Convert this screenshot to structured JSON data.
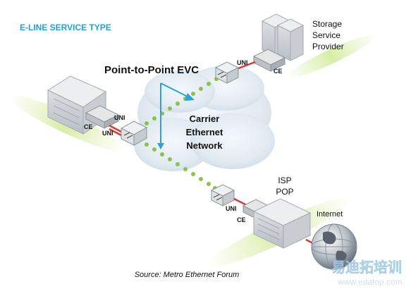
{
  "title": "E-LINE SERVICE TYPE",
  "evc_label": "Point-to-Point EVC",
  "cloud_label": [
    "Carrier",
    "Ethernet",
    "Network"
  ],
  "storage_label": [
    "Storage",
    "Service",
    "Provider"
  ],
  "isp_label": [
    "ISP",
    "POP"
  ],
  "internet_label": "Internet",
  "uni": "UNI",
  "ce": "CE",
  "source": "Source: Metro Ethernet Forum",
  "watermark": {
    "cn": "易迪拓培训",
    "url": "www.edatop.com"
  },
  "colors": {
    "title": "#1fa3d6",
    "evc_arrow": "#27a4d9",
    "evc_link": "#8bc34a",
    "uni_link": "#d83a32"
  }
}
